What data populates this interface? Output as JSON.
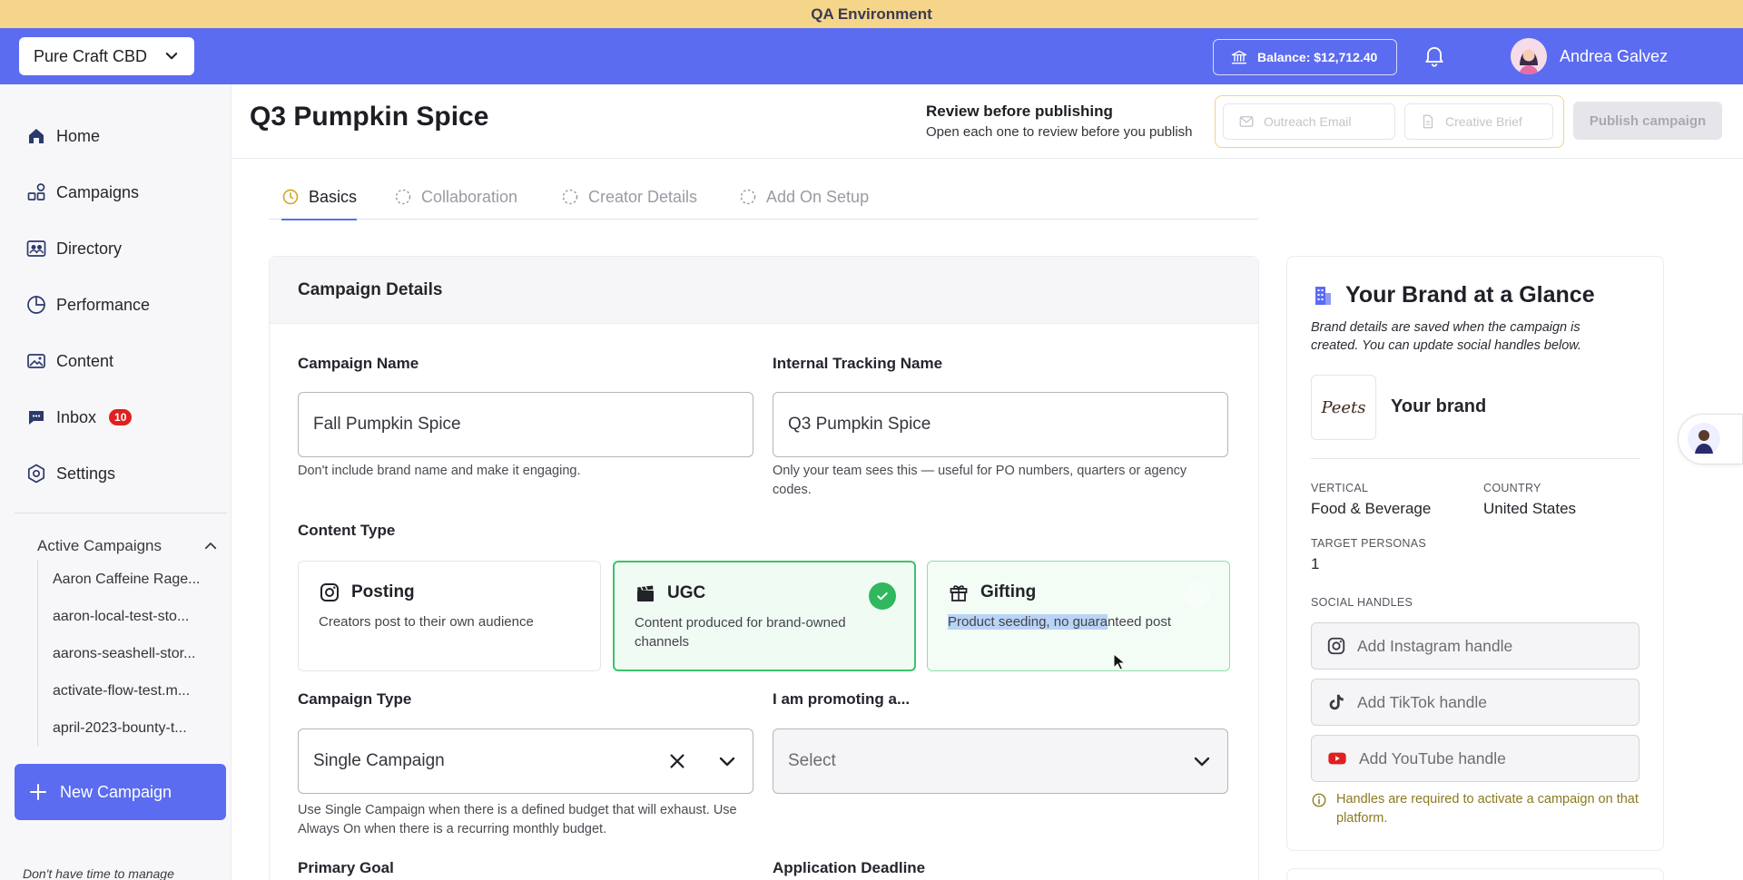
{
  "env_banner": "QA Environment",
  "topbar": {
    "brand_select": "Pure Craft CBD",
    "balance": "Balance: $12,712.40",
    "user_name": "Andrea Galvez"
  },
  "sidebar": {
    "items": [
      {
        "label": "Home",
        "icon": "home-icon"
      },
      {
        "label": "Campaigns",
        "icon": "campaigns-icon"
      },
      {
        "label": "Directory",
        "icon": "directory-icon"
      },
      {
        "label": "Performance",
        "icon": "performance-icon"
      },
      {
        "label": "Content",
        "icon": "content-icon"
      },
      {
        "label": "Inbox",
        "icon": "inbox-icon",
        "badge": "10"
      },
      {
        "label": "Settings",
        "icon": "settings-icon"
      }
    ],
    "active_campaigns_label": "Active Campaigns",
    "active_campaigns": [
      "Aaron Caffeine Rage...",
      "aaron-local-test-sto...",
      "aarons-seashell-stor...",
      "activate-flow-test.m...",
      "april-2023-bounty-t..."
    ],
    "new_campaign": "New Campaign",
    "footer_text": "Don't have time to manage"
  },
  "header": {
    "title": "Q3 Pumpkin Spice",
    "review_title": "Review before publishing",
    "review_subtitle": "Open each one to review before you publish",
    "outreach_email": "Outreach Email",
    "creative_brief": "Creative Brief",
    "publish": "Publish campaign"
  },
  "tabs": [
    "Basics",
    "Collaboration",
    "Creator Details",
    "Add On Setup"
  ],
  "details": {
    "heading": "Campaign Details",
    "campaign_name_label": "Campaign Name",
    "campaign_name_value": "Fall Pumpkin Spice",
    "campaign_name_help": "Don't include brand name and make it engaging.",
    "tracking_label": "Internal Tracking Name",
    "tracking_value": "Q3 Pumpkin Spice",
    "tracking_help": "Only your team sees this — useful for PO numbers, quarters or agency codes.",
    "content_type_label": "Content Type",
    "content_types": [
      {
        "title": "Posting",
        "desc": "Creators post to their own audience",
        "icon": "instagram-icon"
      },
      {
        "title": "UGC",
        "desc": "Content produced for brand-owned channels",
        "icon": "clapperboard-icon"
      },
      {
        "title": "Gifting",
        "desc_selected": "Product seeding, no guara",
        "desc_rest": "nteed post",
        "icon": "gift-icon"
      }
    ],
    "campaign_type_label": "Campaign Type",
    "campaign_type_value": "Single Campaign",
    "campaign_type_help": "Use Single Campaign when there is a defined budget that will exhaust. Use Always On when there is a recurring monthly budget.",
    "promoting_label": "I am promoting a...",
    "promoting_value": "Select",
    "primary_goal_label": "Primary Goal",
    "deadline_label": "Application Deadline"
  },
  "brand_panel": {
    "title": "Your Brand at a Glance",
    "note": "Brand details are saved when the campaign is created. You can update social handles below.",
    "logo_text": "Peets",
    "brand_name": "Your brand",
    "vertical_label": "VERTICAL",
    "vertical_value": "Food & Beverage",
    "country_label": "COUNTRY",
    "country_value": "United States",
    "personas_label": "TARGET PERSONAS",
    "personas_value": "1",
    "social_label": "SOCIAL HANDLES",
    "instagram_placeholder": "Add Instagram handle",
    "tiktok_placeholder": "Add TikTok handle",
    "youtube_placeholder": "Add YouTube handle",
    "info": "Handles are required to activate a campaign on that platform."
  },
  "colors": {
    "primary": "#5b6cf0",
    "banner": "#f5d58a",
    "success": "#2fb85d",
    "youtube": "#e02020"
  }
}
